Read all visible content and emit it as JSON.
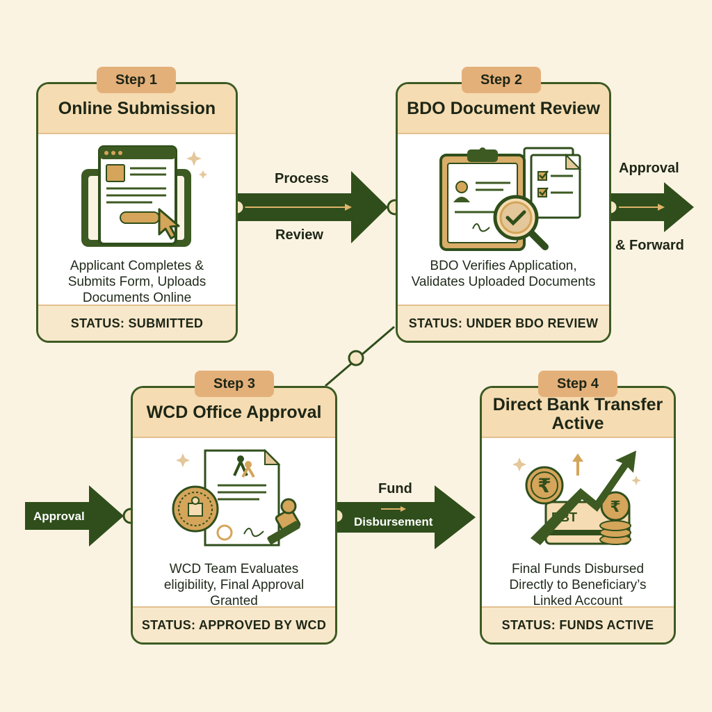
{
  "steps": [
    {
      "badge": "Step 1",
      "title": "Online Submission",
      "description": "Applicant Completes & Submits Form, Uploads Documents Online",
      "status": "STATUS: SUBMITTED"
    },
    {
      "badge": "Step 2",
      "title": "BDO Document Review",
      "description": "BDO Verifies Application, Validates Uploaded Documents",
      "status": "STATUS: UNDER BDO REVIEW"
    },
    {
      "badge": "Step 3",
      "title": "WCD Office Approval",
      "description": "WCD Team Evaluates eligibility, Final Approval Granted",
      "status": "STATUS: APPROVED BY WCD"
    },
    {
      "badge": "Step 4",
      "title": "Direct Bank Transfer Active",
      "description": "Final Funds Disbursed Directly to Beneficiary’s Linked Account",
      "status": "STATUS: FUNDS ACTIVE"
    }
  ],
  "connectors": {
    "c1_top": "Process",
    "c1_bottom": "Review",
    "c2_top": "Approval",
    "c2_bottom": "& Forward",
    "c3_label": "Approval",
    "c4_top": "Fund",
    "c4_bottom": "Disbursement"
  },
  "icon_text": {
    "dbt": "DBT",
    "rupee": "₹"
  },
  "colors": {
    "dark_green": "#2f4e1b",
    "border_green": "#3c5a22",
    "header_tan": "#f5dcb2",
    "badge_tan": "#e4b07a",
    "gold": "#d4a55a",
    "background": "#fbf3e2"
  }
}
